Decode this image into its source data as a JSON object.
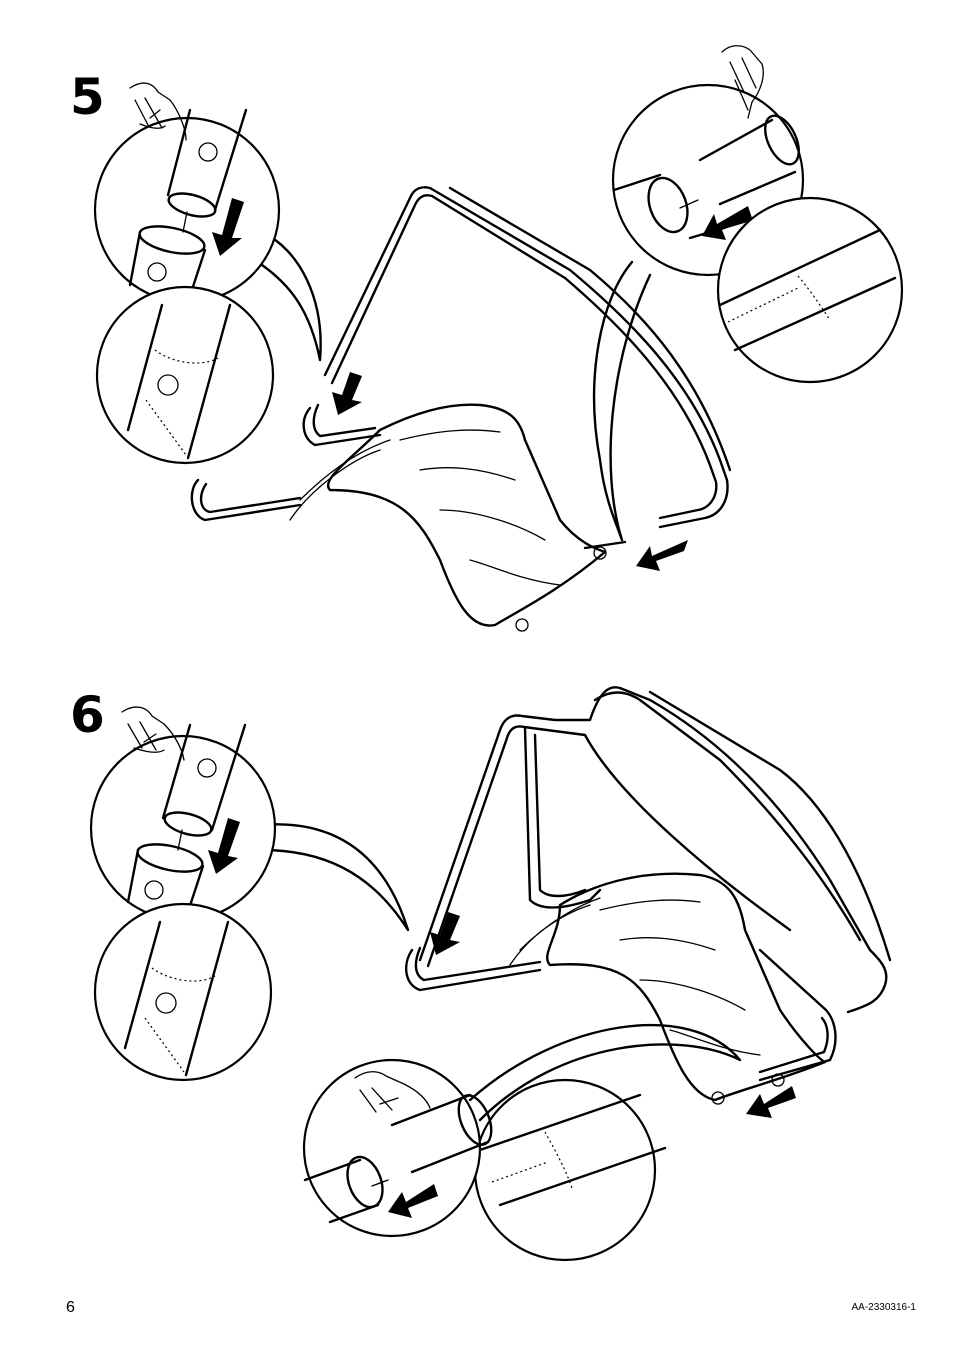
{
  "steps": [
    {
      "number": "5"
    },
    {
      "number": "6"
    }
  ],
  "footer": {
    "page_number": "6",
    "document_code": "AA-2330316-1"
  },
  "icons": [
    "pointing-hand-icon",
    "down-arrow-icon",
    "left-arrow-icon"
  ]
}
